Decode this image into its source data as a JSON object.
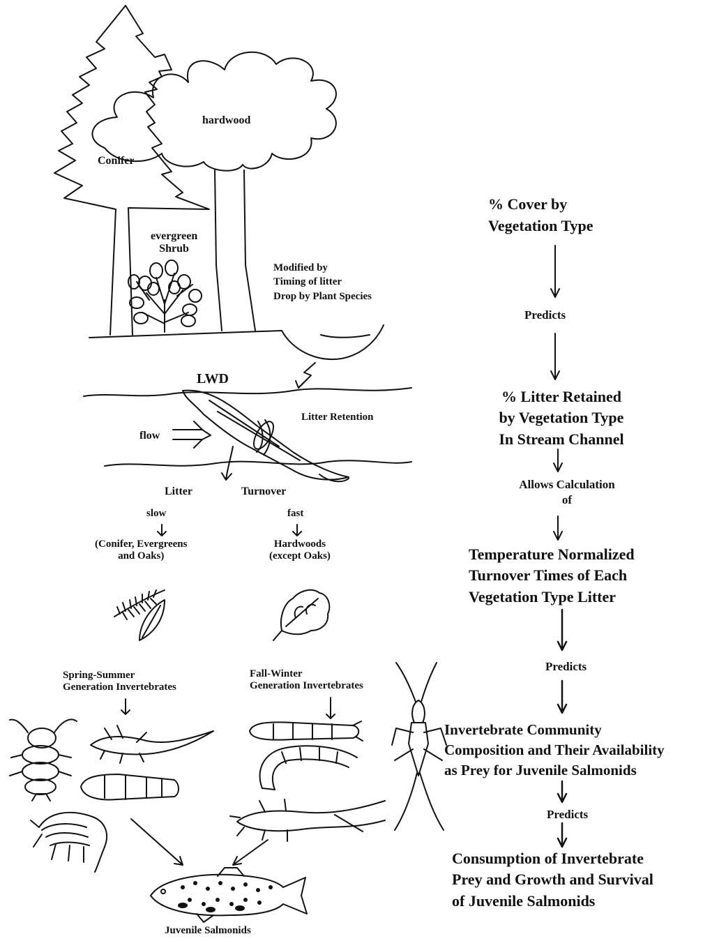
{
  "illustration": {
    "trees": {
      "conifer": "Conifer",
      "hardwood": "hardwood",
      "shrub_line1": "evergreen",
      "shrub_line2": "Shrub"
    },
    "litter_drop": [
      "Modified by",
      "Timing of litter",
      "Drop by Plant Species"
    ],
    "stream": {
      "lwd": "LWD",
      "litter_retention": "Litter Retention",
      "flow": "flow"
    },
    "turnover": {
      "litter": "Litter",
      "turnover": "Turnover",
      "slow": "slow",
      "slow_group_line1": "(Conifer, Evergreens",
      "slow_group_line2": "and Oaks)",
      "fast": "fast",
      "fast_group_line1": "Hardwoods",
      "fast_group_line2": "(except Oaks)"
    },
    "invertebrates": {
      "spring_line1": "Spring-Summer",
      "spring_line2": "Generation Invertebrates",
      "fall_line1": "Fall-Winter",
      "fall_line2": "Generation Invertebrates"
    },
    "fish": "Juvenile Salmonids"
  },
  "flowchart": {
    "box1": [
      "% Cover by",
      "Vegetation Type"
    ],
    "link1": "Predicts",
    "box2": [
      "% Litter Retained",
      "by Vegetation Type",
      "In Stream Channel"
    ],
    "link2": [
      "Allows Calculation",
      "of"
    ],
    "box3": [
      "Temperature Normalized",
      "Turnover Times of Each",
      "Vegetation Type Litter"
    ],
    "link3": "Predicts",
    "box4": [
      "Invertebrate Community",
      "Composition and Their Availability",
      "as Prey for Juvenile Salmonids"
    ],
    "link4": "Predicts",
    "box5": [
      "Consumption of Invertebrate",
      "Prey and Growth and Survival",
      "of Juvenile Salmonids"
    ]
  }
}
